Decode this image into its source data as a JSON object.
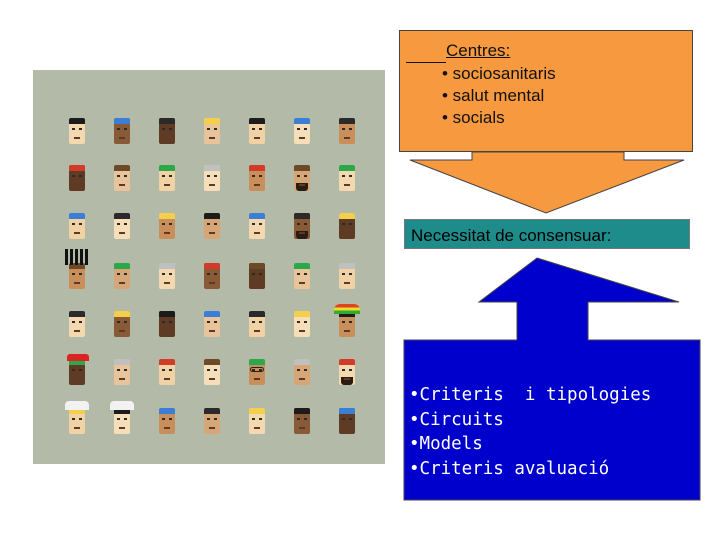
{
  "centres": {
    "title": "Centres:",
    "items": [
      "• sociosanitaris",
      "• salut mental",
      "• socials"
    ]
  },
  "banner": {
    "text": "Necessitat de consensuar:"
  },
  "actions": {
    "items": [
      "•Criteris  i tipologies",
      "•Circuits",
      "•Models",
      "•Criteris avaluació"
    ]
  },
  "colors": {
    "panel": "#b3baa7",
    "orange": "#f7993f",
    "teal": "#1f8c8c",
    "blue": "#0000cc"
  },
  "faces_panel": {
    "icon": "crowd-of-faces-illustration"
  }
}
